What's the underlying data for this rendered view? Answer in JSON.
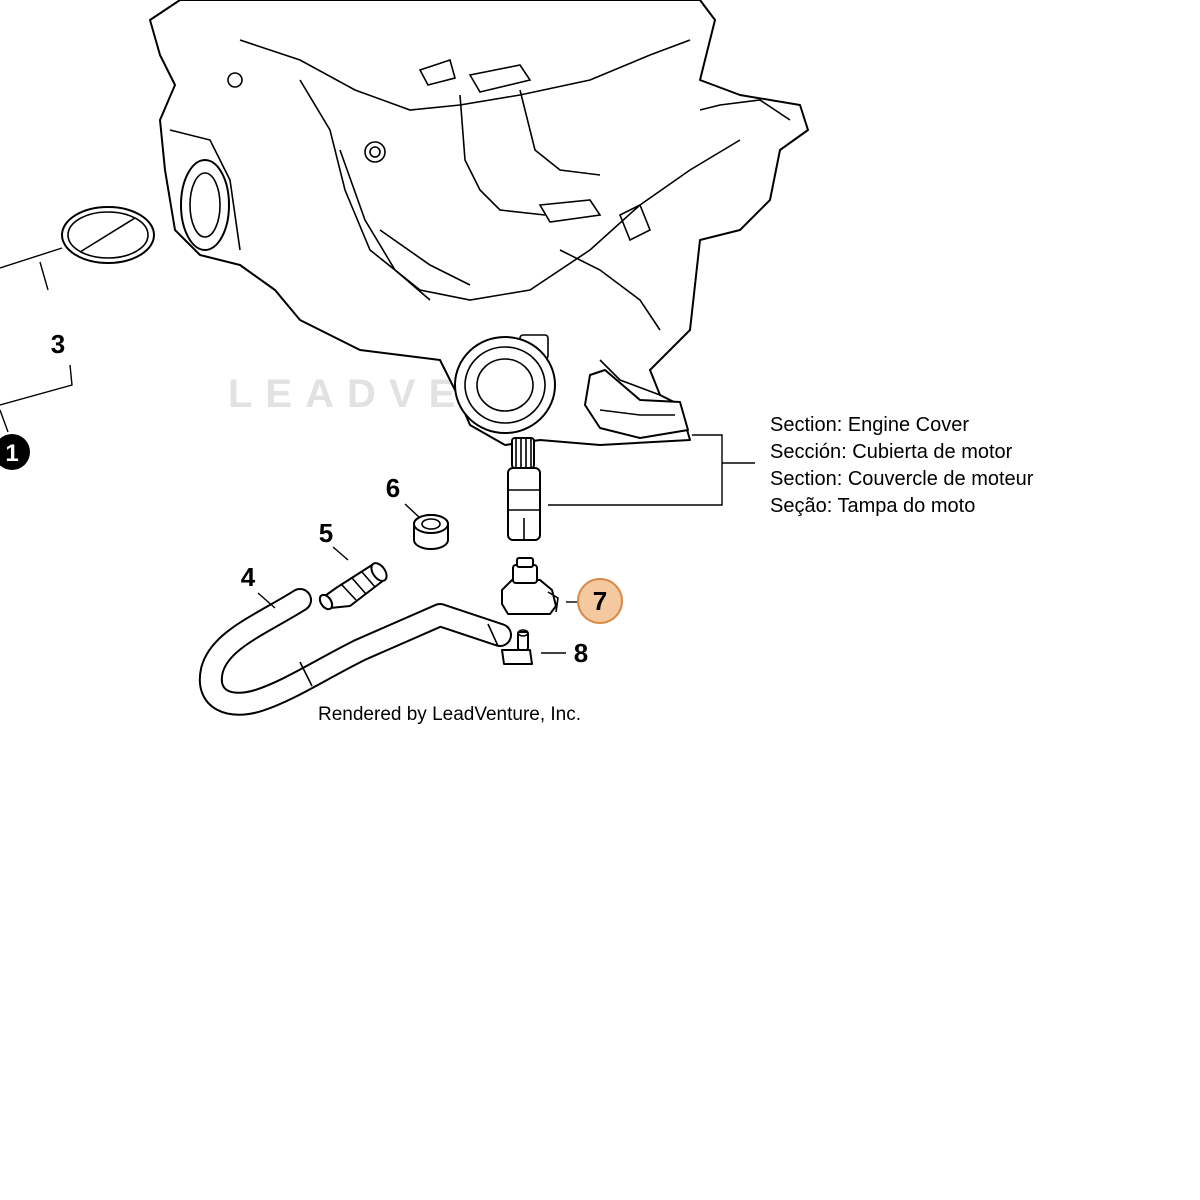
{
  "watermark": "LEADVENTURE",
  "section_labels": [
    "Section: Engine Cover",
    "Sección: Cubierta de motor",
    "Section: Couvercle de moteur",
    "Seção: Tampa do moto"
  ],
  "callouts": {
    "c1": "1",
    "c3": "3",
    "c4": "4",
    "c5": "5",
    "c6": "6",
    "c7": "7",
    "c8": "8"
  },
  "highlight_color": "#f5c9a0",
  "highlight_border": "#d98a4a",
  "credit": "Rendered by LeadVenture, Inc."
}
